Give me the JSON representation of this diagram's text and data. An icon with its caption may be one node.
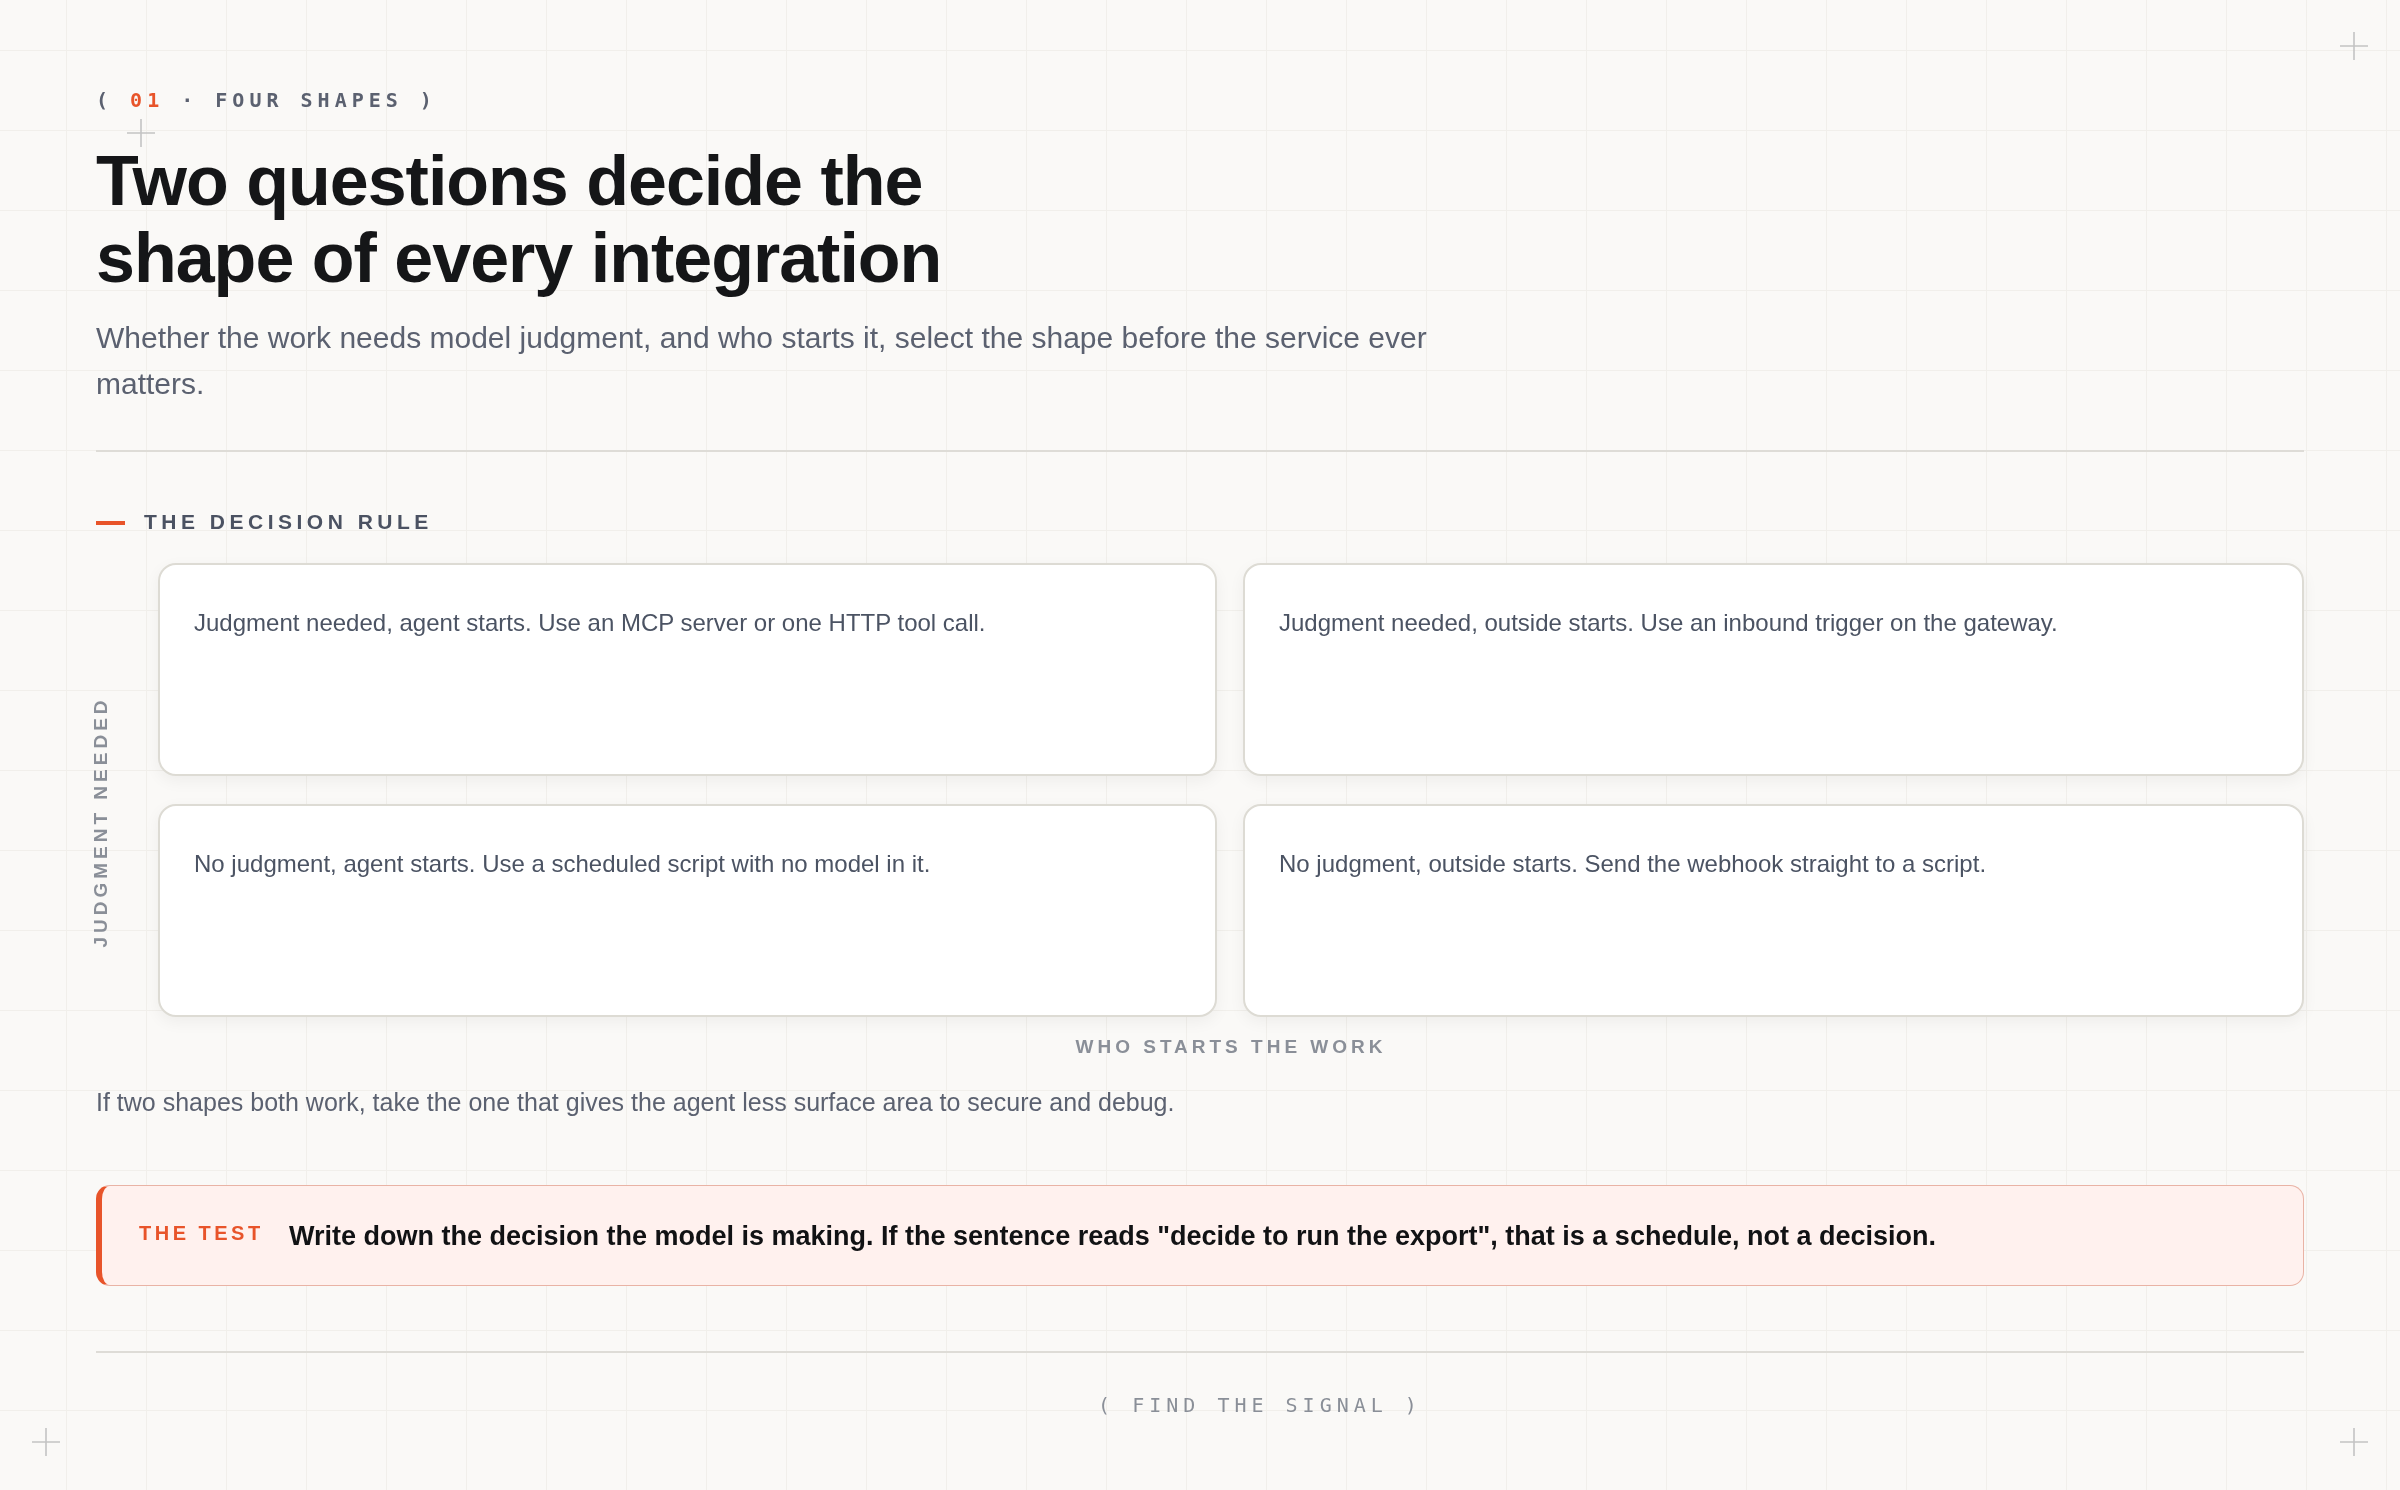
{
  "diagram": {
    "title": "Two questions decide the shape of every integration",
    "nodes": [
      {
        "text": [
          "Judgment needed, agent starts. Use an MCP server or one HTTP tool call."
        ]
      },
      {
        "text": [
          "Judgment needed, outside starts. Use an inbound trigger on the gateway."
        ]
      },
      {
        "text": [
          "No judgment, agent starts. Use a scheduled script with no model in it."
        ]
      },
      {
        "text": [
          "No judgment, outside starts. Send the webhook straight to a script."
        ]
      },
      {
        "text": [
          "THE TEST",
          "Write down the decision the model is making. If the sentence reads \"decide to run the export\", that is a schedule, not a decision."
        ]
      }
    ],
    "labels": [
      "( 01 · FOUR SHAPES )",
      "Whether the work needs model judgment, and who starts it, select the shape before the service ever matters.",
      "THE DECISION RULE",
      "JUDGMENT NEEDED",
      "WHO STARTS THE WORK",
      "If two shapes both work, take the one that gives the agent less surface area to secure and debug.",
      "( FIND THE SIGNAL )"
    ]
  }
}
